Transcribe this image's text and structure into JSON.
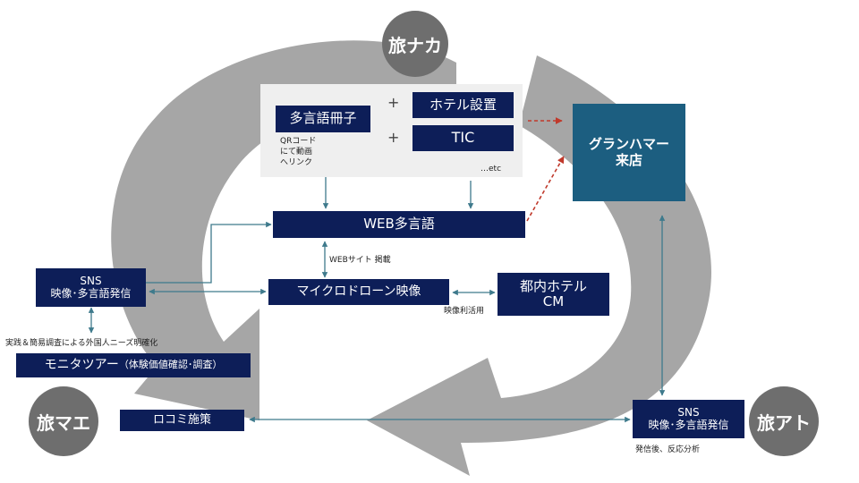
{
  "phases": {
    "before": "旅マエ",
    "during": "旅ナカ",
    "after": "旅アト"
  },
  "boxes": {
    "booklet": "多言語冊子",
    "hotel_install": "ホテル設置",
    "tic": "TIC",
    "granhammer": "グランハマー\n来店",
    "web": "WEB多言語",
    "sns_left": "SNS\n映像･多言語発信",
    "micro_drone": "マイクロドローン映像",
    "hotel_cm": "都内ホテル\nCM",
    "monitor_tour": "モニタツアー",
    "monitor_tour_sub": "（体験価値確認･調査）",
    "reviews": "ロコミ施策",
    "sns_right": "SNS\n映像･多言語発信"
  },
  "labels": {
    "plus": "+",
    "qr": "QRコード\nにて動画\nへリンク",
    "etc": "…etc",
    "web_site": "WEBサイト 掲載",
    "video_use": "映像利活用",
    "survey": "実践＆簡易調査による外国人ニーズ明確化",
    "after_note": "発信後、反応分析"
  },
  "colors": {
    "navy": "#0d1e58",
    "teal": "#1c5e80",
    "cycle_gray": "#a6a6a6",
    "phase_circle": "#6e6e6e",
    "connector": "#3e7a8c",
    "dashed_red": "#c0392b",
    "panel": "#efefef"
  }
}
